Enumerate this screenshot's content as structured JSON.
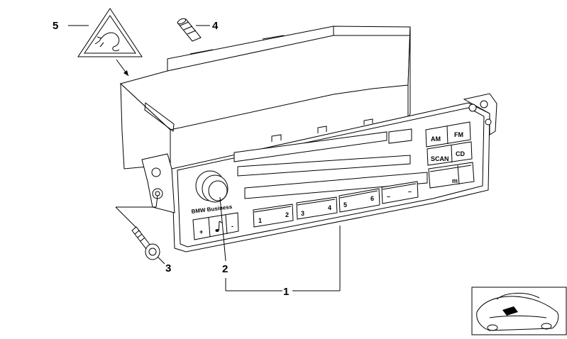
{
  "callouts": {
    "c1": "1",
    "c2": "2",
    "c3": "3",
    "c4": "4",
    "c5": "5"
  },
  "radio": {
    "brand": "BMW Business",
    "buttons": {
      "am": "AM",
      "fm": "FM",
      "scan": "SCAN",
      "cd": "CD",
      "m": "m",
      "preset1": "1",
      "preset2": "2",
      "preset3": "3",
      "preset4": "4",
      "preset5": "5",
      "preset6": "6",
      "seek_left": "–",
      "seek_right": "–",
      "vol_plus": "+",
      "vol_minus": "-"
    }
  }
}
